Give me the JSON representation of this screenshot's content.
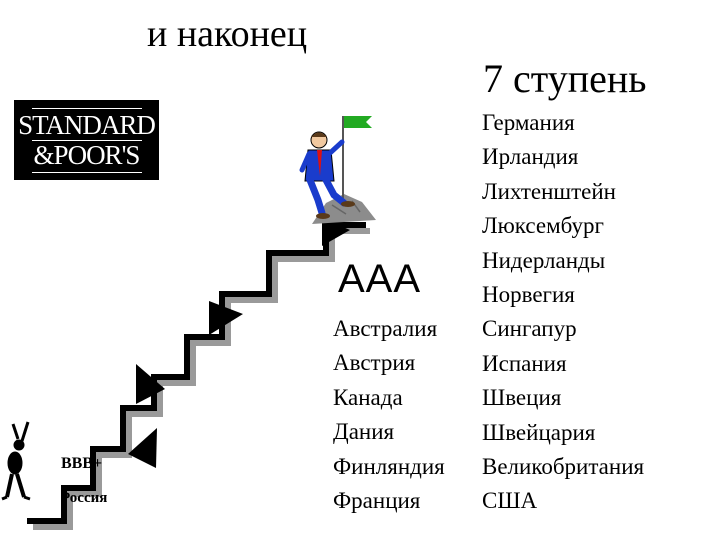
{
  "title": "и наконец",
  "step_title": "7 ступень",
  "logo": {
    "line1": "STANDARD",
    "line2": "&POOR'S"
  },
  "top_rating": "AAA",
  "aaa_countries": [
    "Австралия",
    "Австрия",
    "Канада",
    "Дания",
    "Финляндия",
    "Франция"
  ],
  "step_countries": [
    "Германия",
    "Ирландия",
    "Лихтенштейн",
    "Люксембург",
    "Нидерланды",
    "Норвегия",
    "Сингапур",
    "Испания",
    "Швеция",
    "Швейцария",
    "Великобритания",
    "США"
  ],
  "bottom_rating": "BBB+",
  "bottom_country": "Россия",
  "colors": {
    "stairs_front": "#000000",
    "stairs_shadow": "#9a9a9a",
    "flag": "#22aa22",
    "suit": "#1a3ccc",
    "tie": "#dd1111",
    "rock": "#8c8c8c"
  },
  "icons": [
    "climber-with-flag-icon",
    "rock-summit-icon",
    "stick-figure-cheering-icon",
    "staircase-icon"
  ]
}
